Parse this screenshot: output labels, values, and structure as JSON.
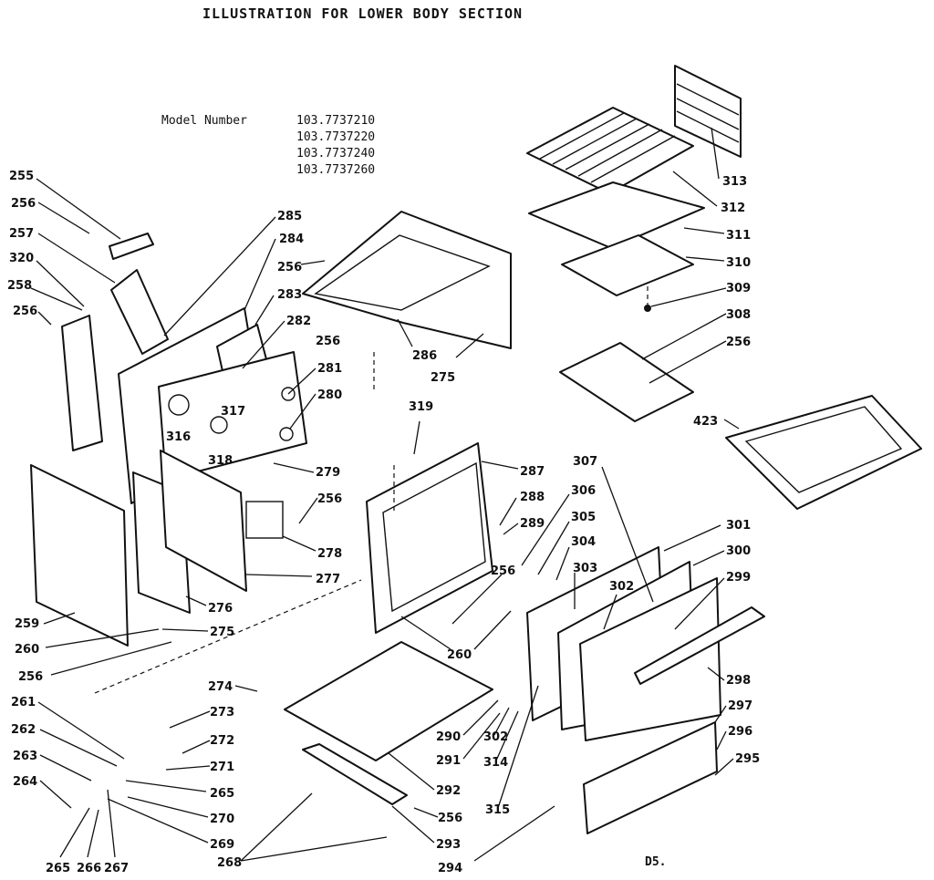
{
  "title": "ILLUSTRATION FOR LOWER BODY SECTION",
  "model": {
    "label": "Model Number",
    "numbers": [
      "103.7737210",
      "103.7737220",
      "103.7737240",
      "103.7737260"
    ]
  },
  "sheet_code": "D5.",
  "callouts": [
    {
      "id": "255",
      "text": "255"
    },
    {
      "id": "256a",
      "text": "256"
    },
    {
      "id": "257",
      "text": "257"
    },
    {
      "id": "320",
      "text": "320"
    },
    {
      "id": "258",
      "text": "258"
    },
    {
      "id": "256b",
      "text": "256"
    },
    {
      "id": "285",
      "text": "285"
    },
    {
      "id": "284",
      "text": "284"
    },
    {
      "id": "256c",
      "text": "256"
    },
    {
      "id": "283",
      "text": "283"
    },
    {
      "id": "282",
      "text": "282"
    },
    {
      "id": "256d",
      "text": "256"
    },
    {
      "id": "286",
      "text": "286"
    },
    {
      "id": "275a",
      "text": "275"
    },
    {
      "id": "281",
      "text": "281"
    },
    {
      "id": "280",
      "text": "280"
    },
    {
      "id": "317",
      "text": "317"
    },
    {
      "id": "316",
      "text": "316"
    },
    {
      "id": "318",
      "text": "318"
    },
    {
      "id": "279",
      "text": "279"
    },
    {
      "id": "256e",
      "text": "256"
    },
    {
      "id": "278",
      "text": "278"
    },
    {
      "id": "277",
      "text": "277"
    },
    {
      "id": "276",
      "text": "276"
    },
    {
      "id": "275b",
      "text": "275"
    },
    {
      "id": "259",
      "text": "259"
    },
    {
      "id": "260a",
      "text": "260"
    },
    {
      "id": "256f",
      "text": "256"
    },
    {
      "id": "313",
      "text": "313"
    },
    {
      "id": "312",
      "text": "312"
    },
    {
      "id": "311",
      "text": "311"
    },
    {
      "id": "310",
      "text": "310"
    },
    {
      "id": "309",
      "text": "309"
    },
    {
      "id": "308",
      "text": "308"
    },
    {
      "id": "256g",
      "text": "256"
    },
    {
      "id": "423",
      "text": "423"
    },
    {
      "id": "319",
      "text": "319"
    },
    {
      "id": "287",
      "text": "287"
    },
    {
      "id": "288",
      "text": "288"
    },
    {
      "id": "289",
      "text": "289"
    },
    {
      "id": "307",
      "text": "307"
    },
    {
      "id": "306",
      "text": "306"
    },
    {
      "id": "305",
      "text": "305"
    },
    {
      "id": "304",
      "text": "304"
    },
    {
      "id": "303",
      "text": "303"
    },
    {
      "id": "302a",
      "text": "302"
    },
    {
      "id": "256h",
      "text": "256"
    },
    {
      "id": "301",
      "text": "301"
    },
    {
      "id": "300",
      "text": "300"
    },
    {
      "id": "299",
      "text": "299"
    },
    {
      "id": "298",
      "text": "298"
    },
    {
      "id": "260b",
      "text": "260"
    },
    {
      "id": "274",
      "text": "274"
    },
    {
      "id": "273",
      "text": "273"
    },
    {
      "id": "272",
      "text": "272"
    },
    {
      "id": "271",
      "text": "271"
    },
    {
      "id": "261",
      "text": "261"
    },
    {
      "id": "262",
      "text": "262"
    },
    {
      "id": "263",
      "text": "263"
    },
    {
      "id": "265a",
      "text": "265"
    },
    {
      "id": "270",
      "text": "270"
    },
    {
      "id": "264",
      "text": "264"
    },
    {
      "id": "269",
      "text": "269"
    },
    {
      "id": "265b",
      "text": "265"
    },
    {
      "id": "266",
      "text": "266"
    },
    {
      "id": "267",
      "text": "267"
    },
    {
      "id": "268",
      "text": "268"
    },
    {
      "id": "290",
      "text": "290"
    },
    {
      "id": "291",
      "text": "291"
    },
    {
      "id": "302b",
      "text": "302"
    },
    {
      "id": "314",
      "text": "314"
    },
    {
      "id": "315",
      "text": "315"
    },
    {
      "id": "292",
      "text": "292"
    },
    {
      "id": "256i",
      "text": "256"
    },
    {
      "id": "293",
      "text": "293"
    },
    {
      "id": "294",
      "text": "294"
    },
    {
      "id": "297",
      "text": "297"
    },
    {
      "id": "296",
      "text": "296"
    },
    {
      "id": "295",
      "text": "295"
    }
  ]
}
